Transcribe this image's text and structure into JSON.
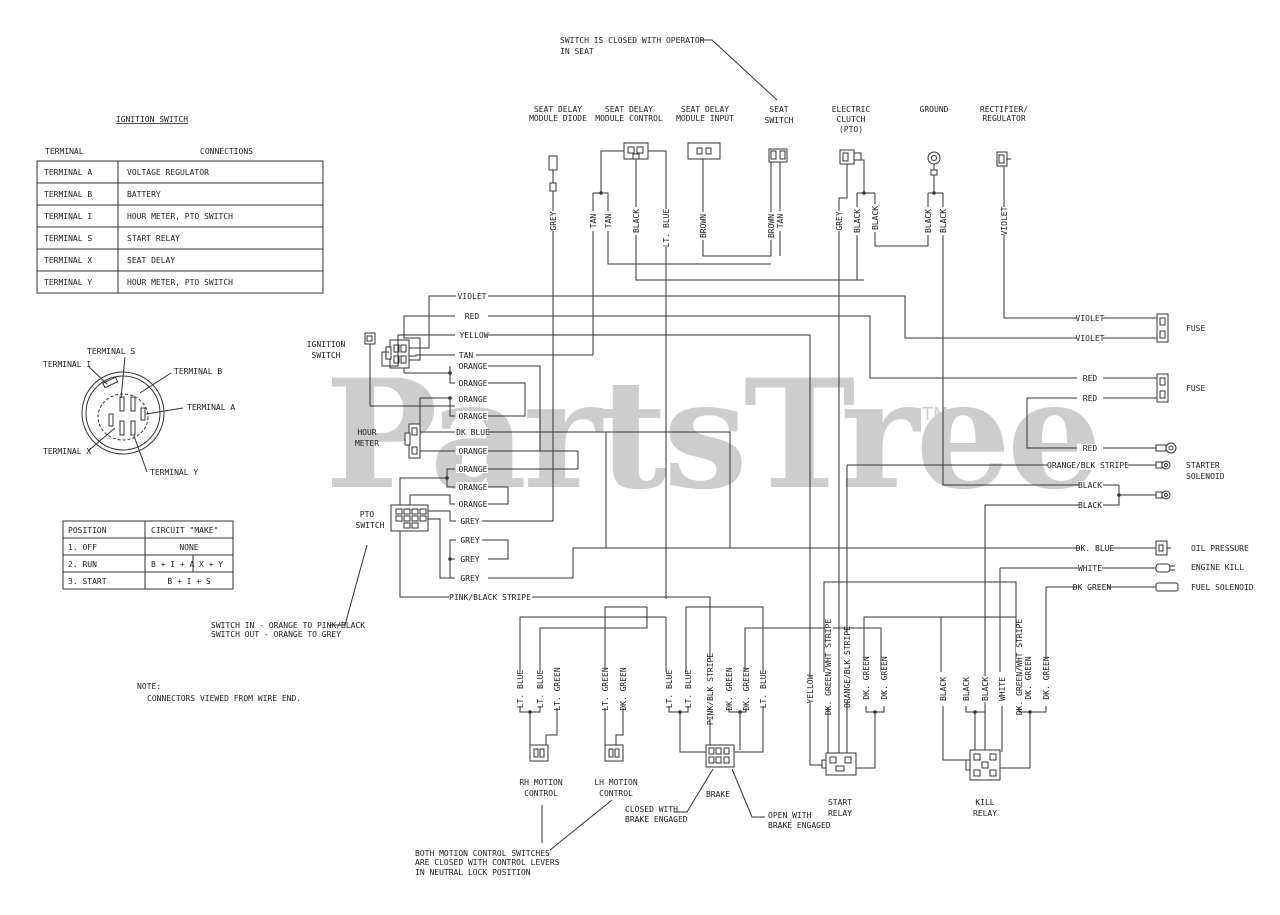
{
  "watermark": {
    "text": "PartsTree",
    "tm": "TM"
  },
  "ignition_table": {
    "title": "IGNITION SWITCH",
    "headers": [
      "TERMINAL",
      "CONNECTIONS"
    ],
    "rows": [
      [
        "TERMINAL  A",
        "VOLTAGE REGULATOR"
      ],
      [
        "TERMINAL  B",
        "BATTERY"
      ],
      [
        "TERMINAL  I",
        "HOUR METER, PTO SWITCH"
      ],
      [
        "TERMINAL  S",
        "START RELAY"
      ],
      [
        "TERMINAL X",
        "SEAT DELAY"
      ],
      [
        "TERMINAL  Y",
        "HOUR METER, PTO SWITCH"
      ]
    ]
  },
  "position_table": {
    "headers": [
      "POSITION",
      "CIRCUIT \"MAKE\""
    ],
    "rows": [
      [
        "1.  OFF",
        "NONE",
        ""
      ],
      [
        "2.  RUN",
        "B + I + A",
        "X  +  Y"
      ],
      [
        "3.  START",
        "B  +  I  +  S",
        ""
      ]
    ]
  },
  "terminal_labels": [
    "TERMINAL S",
    "TERMINAL I",
    "TERMINAL B",
    "TERMINAL A",
    "TERMINAL X",
    "TERMINAL Y"
  ],
  "notes": {
    "seat_switch_note": [
      "SWITCH IS CLOSED WITH OPERATOR",
      "IN SEAT"
    ],
    "pto_note": [
      "SWITCH IN - ORANGE TO PINK/BLACK",
      "SWITCH OUT - ORANGE TO GREY"
    ],
    "connectors_note": [
      "NOTE:",
      "CONNECTORS VIEWED FROM WIRE END."
    ],
    "motion_note": [
      "BOTH MOTION CONTROL SWITCHES",
      "ARE CLOSED WITH CONTROL LEVERS",
      "IN NEUTRAL LOCK POSITION"
    ],
    "brake_closed": [
      "CLOSED WITH",
      "BRAKE ENGAGED"
    ],
    "brake_open": [
      "OPEN WITH",
      "BRAKE ENGAGED"
    ]
  },
  "top_components": [
    [
      "SEAT DELAY",
      "MODULE DIODE"
    ],
    [
      "SEAT DELAY",
      "MODULE CONTROL"
    ],
    [
      "SEAT DELAY",
      "MODULE INPUT"
    ],
    [
      "SEAT",
      "SWITCH"
    ],
    [
      "ELECTRIC",
      "CLUTCH",
      "(PTO)"
    ],
    [
      "GROUND"
    ],
    [
      "RECTIFIER/",
      "REGULATOR"
    ]
  ],
  "top_wires": [
    "GREY",
    "TAN",
    "TAN",
    "BLACK",
    "LT. BLUE",
    "BROWN",
    "BROWN",
    "TAN",
    "GREY",
    "BLACK",
    "BLACK",
    "BLACK",
    "BLACK",
    "VIOLET"
  ],
  "left_components": {
    "ignition": [
      "IGNITION",
      "SWITCH"
    ],
    "hour_meter": [
      "HOUR",
      "METER"
    ],
    "pto": [
      "PTO",
      "SWITCH"
    ]
  },
  "left_wires": [
    "VIOLET",
    "RED",
    "YELLOW",
    "TAN",
    "ORANGE",
    "ORANGE",
    "ORANGE",
    "ORANGE",
    "DK BLUE",
    "ORANGE",
    "ORANGE",
    "ORANGE",
    "ORANGE",
    "GREY",
    "GREY",
    "GREY",
    "GREY",
    "PINK/BLACK STRIPE"
  ],
  "right_wires": [
    "VIOLET",
    "VIOLET",
    "RED",
    "RED",
    "RED",
    "ORANGE/BLK STRIPE",
    "BLACK",
    "BLACK",
    "DK. BLUE",
    "WHITE",
    "DK GREEN"
  ],
  "right_components": [
    "FUSE",
    "FUSE",
    "STARTER",
    "SOLENOID",
    "OIL PRESSURE",
    "ENGINE KILL",
    "FUEL SOLENOID"
  ],
  "bottom_wires": [
    "LT. BLUE",
    "LT. BLUE",
    "LT. GREEN",
    "LT. GREEN",
    "DK. GREEN",
    "LT. BLUE",
    "LT. BLUE",
    "PINK/BLK STRIPE",
    "DK. GREEN",
    "DK. GREEN",
    "LT. BLUE",
    "YELLOW",
    "DK. GREEN/WHT STRIPE",
    "ORANGE/BLK STRIPE",
    "DK. GREEN",
    "DK. GREEN",
    "BLACK",
    "BLACK",
    "BLACK",
    "WHITE",
    "DK. GREEN/WHT STRIPE",
    "DK. GREEN",
    "DK. GREEN"
  ],
  "bottom_components": {
    "rh": [
      "RH MOTION",
      "CONTROL"
    ],
    "lh": [
      "LH MOTION",
      "CONTROL"
    ],
    "brake": [
      "BRAKE"
    ],
    "start": [
      "START",
      "RELAY"
    ],
    "kill": [
      "KILL",
      "RELAY"
    ]
  }
}
